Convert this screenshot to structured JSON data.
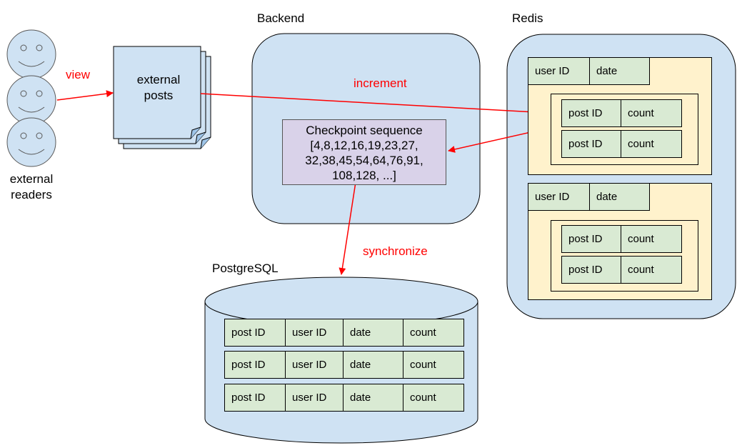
{
  "labels": {
    "backend": "Backend",
    "redis": "Redis",
    "postgres": "PostgreSQL",
    "readers": "external\nreaders",
    "posts": "external\nposts"
  },
  "arrows": {
    "view": "view",
    "increment": "increment",
    "synchronize": "synchronize"
  },
  "checkpoint": {
    "title": "Checkpoint sequence",
    "sequence": "[4,8,12,16,19,23,27,\n32,38,45,54,64,76,91,\n108,128, ...]"
  },
  "redis": {
    "groups": [
      {
        "header": [
          "user ID",
          "date"
        ],
        "rows": [
          [
            "post ID",
            "count"
          ],
          [
            "post ID",
            "count"
          ]
        ]
      },
      {
        "header": [
          "user ID",
          "date"
        ],
        "rows": [
          [
            "post ID",
            "count"
          ],
          [
            "post ID",
            "count"
          ]
        ]
      }
    ]
  },
  "postgres": {
    "rows": [
      [
        "post ID",
        "user ID",
        "date",
        "count"
      ],
      [
        "post ID",
        "user ID",
        "date",
        "count"
      ],
      [
        "post ID",
        "user ID",
        "date",
        "count"
      ]
    ]
  },
  "colors": {
    "container_fill": "#cfe2f3",
    "cell_fill": "#d9ead3",
    "redis_group_fill": "#fff2cc",
    "checkpoint_fill": "#d9d2e9",
    "arrow": "#ff0000"
  }
}
